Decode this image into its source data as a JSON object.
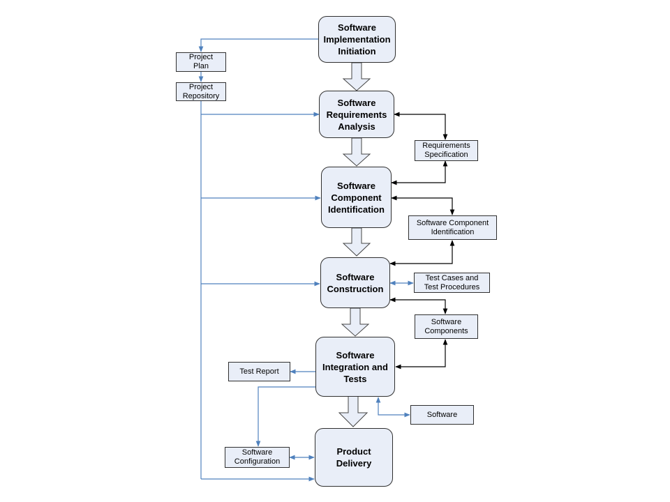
{
  "processes": [
    {
      "id": "initiation",
      "label": "Software\nImplementation\nInitiation"
    },
    {
      "id": "requirements",
      "label": "Software\nRequirements\nAnalysis"
    },
    {
      "id": "component",
      "label": "Software\nComponent\nIdentification"
    },
    {
      "id": "construction",
      "label": "Software\nConstruction"
    },
    {
      "id": "integration",
      "label": "Software\nIntegration and\nTests"
    },
    {
      "id": "delivery",
      "label": "Product\nDelivery"
    }
  ],
  "artifacts": {
    "project_plan": "Project\nPlan",
    "project_repository": "Project\nRepository",
    "requirements_spec": "Requirements\nSpecification",
    "component_ident": "Software Component\nIdentification",
    "test_cases": "Test Cases and\nTest Procedures",
    "software_components": "Software\nComponents",
    "test_report": "Test Report",
    "software": "Software",
    "software_config": "Software\nConfiguration"
  },
  "colors": {
    "process_fill": "#e9eef8",
    "box_border": "#2f2f2f",
    "repository_line": "#4f81bd",
    "dependency_line": "#000000",
    "flow_arrow_fill": "#e9eef8"
  }
}
